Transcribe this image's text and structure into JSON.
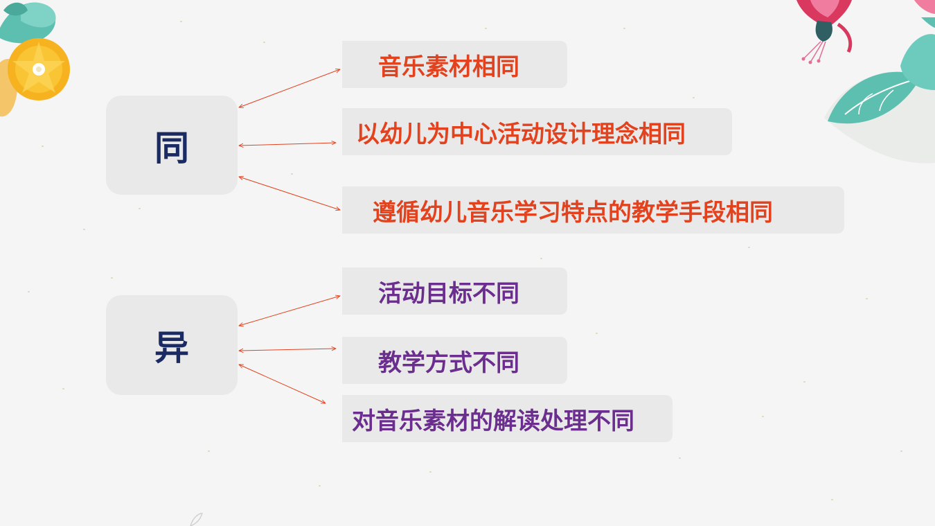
{
  "colors": {
    "background": "#f4f5f4",
    "box": "#e8e9e8",
    "hub_text": "#1a2a63",
    "same_text": "#e2421e",
    "diff_text": "#6b2e8f",
    "arrow": "#e2421e"
  },
  "same": {
    "hub": "同",
    "items": [
      "音乐素材相同",
      "以幼儿为中心活动设计理念相同",
      "遵循幼儿音乐学习特点的教学手段相同"
    ]
  },
  "diff": {
    "hub": "异",
    "items": [
      "活动目标不同",
      "教学方式不同",
      "对音乐素材的解读处理不同"
    ]
  },
  "decorations": [
    "flower-cluster-top-left-icon",
    "fuchsia-flower-icon",
    "teal-leaves-icon",
    "paper-speckles"
  ]
}
